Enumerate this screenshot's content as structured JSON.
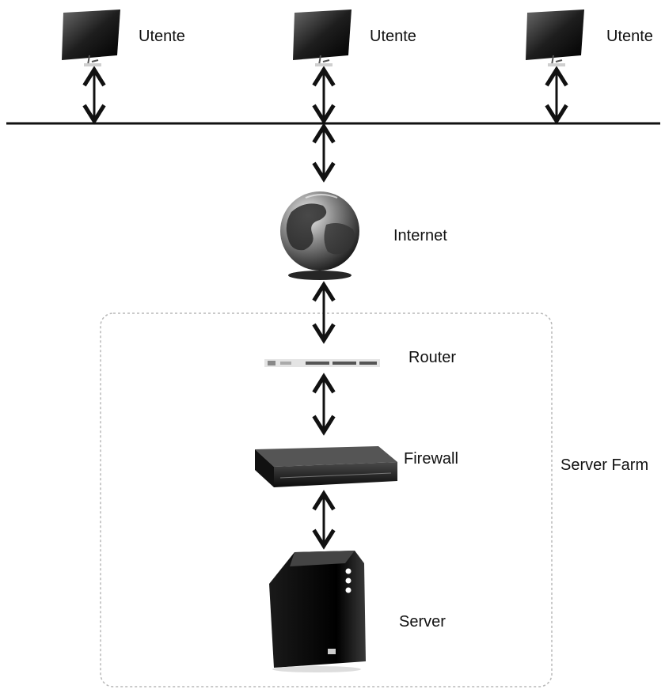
{
  "nodes": {
    "user_1": {
      "label": "Utente"
    },
    "user_2": {
      "label": "Utente"
    },
    "user_3": {
      "label": "Utente"
    },
    "internet": {
      "label": "Internet"
    },
    "router": {
      "label": "Router"
    },
    "firewall": {
      "label": "Firewall"
    },
    "server": {
      "label": "Server"
    }
  },
  "group": {
    "label": "Server Farm"
  },
  "icons": {
    "monitor": "monitor-icon",
    "globe": "globe-icon",
    "router": "router-icon",
    "firewall": "firewall-icon",
    "server": "server-icon"
  },
  "colors": {
    "line": "#111111",
    "group_border": "#b8b8b8"
  }
}
